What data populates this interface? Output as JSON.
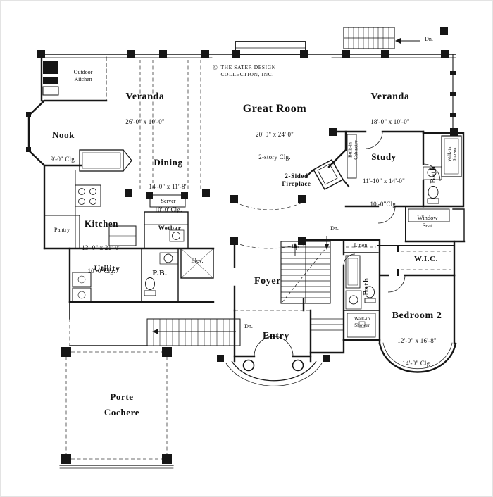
{
  "meta": {
    "copyright_symbol": "©",
    "copyright_text": "THE SATER DESIGN\nCOLLECTION, INC."
  },
  "rooms": {
    "outdoor_kitchen": {
      "name": "Outdoor\nKitchen"
    },
    "veranda_left": {
      "name": "Veranda",
      "dims": "26'-0\" x 10'-0\""
    },
    "great_room": {
      "name": "Great Room",
      "dims": "20' 0\" x 24' 0\"",
      "ceiling": "2-story Clg."
    },
    "veranda_right": {
      "name": "Veranda",
      "dims": "18'-0\" x 10'-0\""
    },
    "nook": {
      "name": "Nook",
      "ceiling": "9'-0\" Clg."
    },
    "dining": {
      "name": "Dining",
      "dims": "14'-0\" x 11'-8\"",
      "ceiling": "10'-0\"Clg."
    },
    "study": {
      "name": "Study",
      "dims": "11'-10\" x 14'-0\"",
      "ceiling": "10'-0\"Clg."
    },
    "kitchen": {
      "name": "Kitchen",
      "dims": "13'-0\" x 21'-0\"",
      "ceiling": "10'-0\"Clg."
    },
    "bedroom_2": {
      "name": "Bedroom 2",
      "dims": "12'-0\" x 16'-8\"",
      "ceiling": "14'-0\" Clg."
    },
    "foyer": {
      "name": "Foyer"
    },
    "entry": {
      "name": "Entry"
    },
    "utility": {
      "name": "Utility"
    },
    "powder_bath": {
      "name": "P.B."
    },
    "walk_in_closet": {
      "name": "W.I.C."
    },
    "porte_cochere": {
      "name": "Porte\nCochere"
    }
  },
  "features": {
    "fireplace": "2-Sided\nFireplace",
    "built_in_cabinetry": "Built-in\nCabinetry",
    "bath_upper": "Bath",
    "bath_lower": "Bath",
    "walk_in_shower_upper": "Walk-in\nShower",
    "walk_in_shower_lower": "Walk-in\nShower",
    "server": "Server",
    "pantry": "Pantry",
    "wetbar": "Wetbar",
    "window_seat": "Window\nSeat",
    "linen": "Linen",
    "elevator": "Elev."
  },
  "stairs": {
    "up": "Up.",
    "down_main": "Dn.",
    "down_entry": "Dn.",
    "down_rear": "Dn."
  }
}
